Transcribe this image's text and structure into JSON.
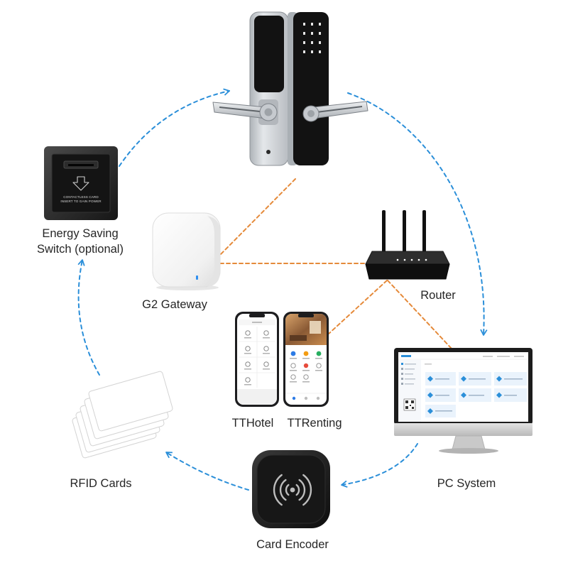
{
  "labels": {
    "energy_switch_line1": "Energy Saving",
    "energy_switch_line2": "Switch (optional)",
    "gateway": "G2 Gateway",
    "router": "Router",
    "tthotel": "TTHotel",
    "ttrenting": "TTRenting",
    "pc_system": "PC System",
    "card_encoder": "Card Encoder",
    "rfid_cards": "RFID Cards"
  },
  "device_print": {
    "energy_switch_line1": "CONTACTLESS CARD",
    "energy_switch_line2": "INSERT TO GAIN POWER"
  },
  "colors": {
    "flow_arrow": "#2b8fd9",
    "network_link": "#e58a3a",
    "label_text": "#262626",
    "gateway_led": "#2f8ff0"
  }
}
